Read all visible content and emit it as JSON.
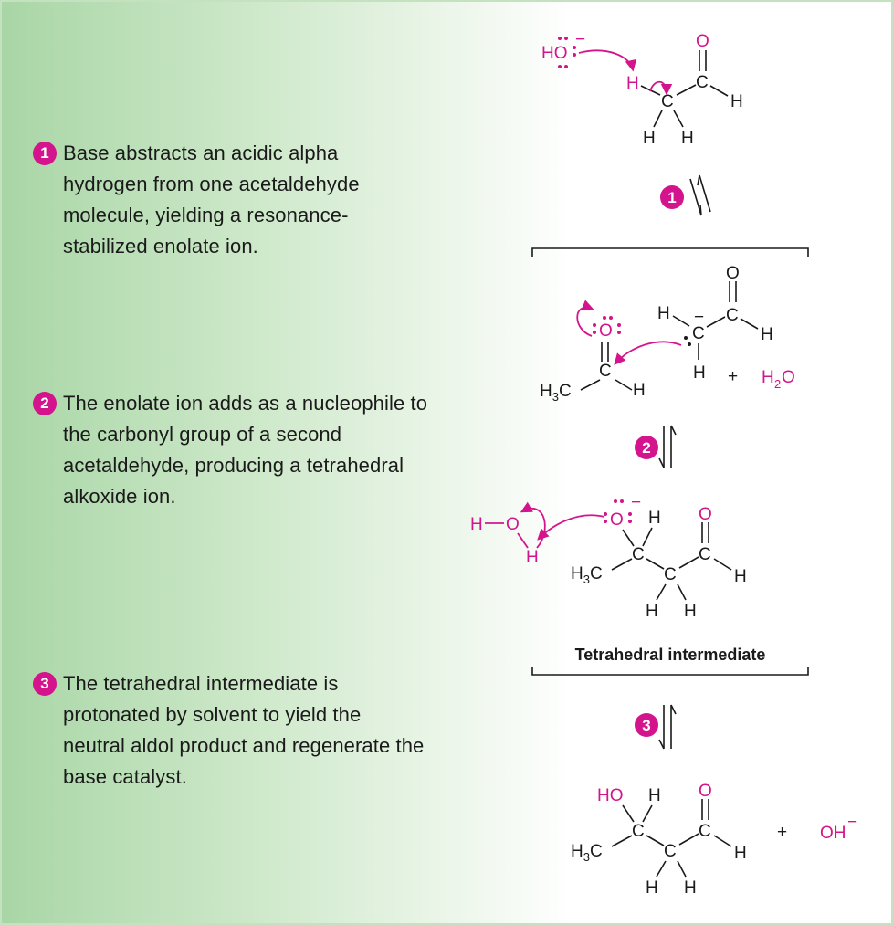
{
  "colors": {
    "accent": "#d4148c",
    "panel_green": "#a9d6a6",
    "text": "#1a1a1a"
  },
  "steps": [
    {
      "number": "1",
      "text": "Base abstracts an acidic alpha hydrogen from one acetaldehyde molecule, yielding a resonance-stabilized enolate ion."
    },
    {
      "number": "2",
      "text": "The enolate ion adds as a nucleophile to the carbonyl group of a second acetaldehyde, producing a tetrahedral alkoxide ion."
    },
    {
      "number": "3",
      "text": "The tetrahedral intermediate is protonated by solvent to yield the neutral aldol product and regenerate the base catalyst."
    }
  ],
  "arrow_labels": [
    "1",
    "2",
    "3"
  ],
  "atoms": {
    "HO": "HO",
    "H": "H",
    "C": "C",
    "O": "O",
    "H3C": "H3C",
    "H2O": "H2O",
    "OH": "OH",
    "minus": "−",
    "plus": "+"
  },
  "intermediate_label": "Tetrahedral intermediate"
}
